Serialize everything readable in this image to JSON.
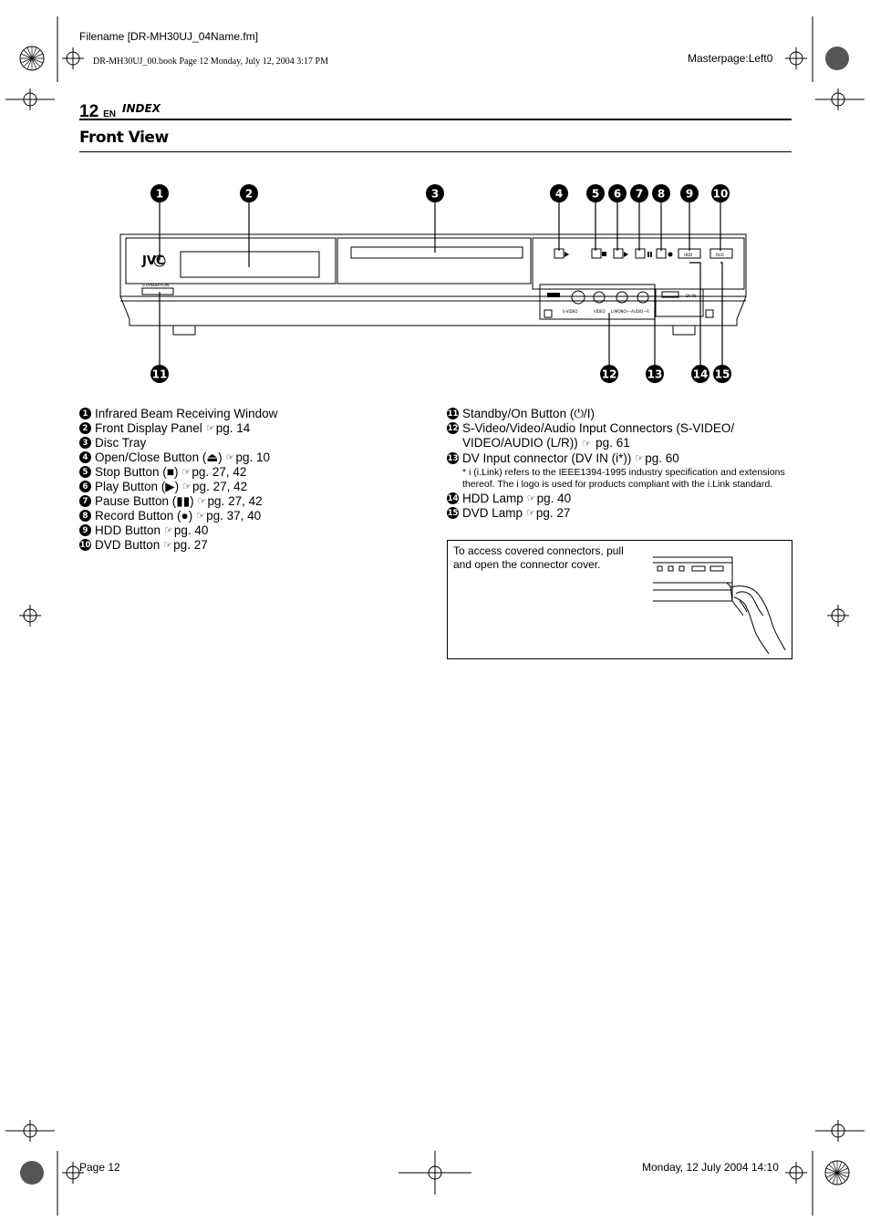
{
  "header": {
    "filename": "Filename [DR-MH30UJ_04Name.fm]",
    "book_line": "DR-MH30UJ_00.book  Page 12  Monday, July 12, 2004  3:17 PM",
    "masterpage": "Masterpage:Left0"
  },
  "page": {
    "number": "12",
    "lang": "EN",
    "section": "INDEX",
    "title": "Front View"
  },
  "diagram": {
    "brand": "JVC",
    "standby_label": "STANDBY/ON",
    "callouts_top": [
      "1",
      "2",
      "3",
      "4",
      "5",
      "6",
      "7",
      "8",
      "9",
      "10"
    ],
    "callouts_bottom": [
      "11",
      "12",
      "13",
      "14",
      "15"
    ],
    "panel_labels": [
      "S-VIDEO",
      "VIDEO",
      "L(MONO)—AUDIO—R",
      "DV IN",
      "HDD",
      "DVD"
    ]
  },
  "left_list": [
    {
      "n": "1",
      "text": "Infrared Beam Receiving Window",
      "ref": ""
    },
    {
      "n": "2",
      "text": "Front Display Panel",
      "ref": "pg. 14"
    },
    {
      "n": "3",
      "text": "Disc Tray",
      "ref": ""
    },
    {
      "n": "4",
      "text": "Open/Close Button (⏏)",
      "ref": "pg. 10"
    },
    {
      "n": "5",
      "text": "Stop Button (■)",
      "ref": "pg. 27, 42"
    },
    {
      "n": "6",
      "text": "Play Button (▶)",
      "ref": "pg. 27, 42"
    },
    {
      "n": "7",
      "text": "Pause Button (▮▮)",
      "ref": "pg. 27, 42"
    },
    {
      "n": "8",
      "text": "Record Button (●)",
      "ref": "pg. 37, 40"
    },
    {
      "n": "9",
      "text": "HDD Button",
      "ref": "pg. 40"
    },
    {
      "n": "10",
      "text": "DVD Button",
      "ref": "pg. 27"
    }
  ],
  "right_list": {
    "item11": {
      "n": "11",
      "text": "Standby/On Button (⏻/I)"
    },
    "item12": {
      "n": "12",
      "line1": "S-Video/Video/Audio Input Connectors (S-VIDEO/",
      "line2": "VIDEO/AUDIO (L/R))",
      "ref": "pg. 61"
    },
    "item13": {
      "n": "13",
      "text": "DV Input connector (DV IN (i*))",
      "ref": "pg. 60"
    },
    "footnote": "*  i (i.Link) refers to the IEEE1394-1995 industry specification and extensions thereof. The i logo is used for products compliant with the i.Link standard.",
    "item14": {
      "n": "14",
      "text": "HDD Lamp",
      "ref": "pg. 40"
    },
    "item15": {
      "n": "15",
      "text": "DVD Lamp",
      "ref": "pg. 27"
    }
  },
  "ref_symbol": "☞",
  "info_box": {
    "text": "To access covered connectors, pull and open the connector cover."
  },
  "footer": {
    "left": "Page 12",
    "right": "Monday, 12 July 2004  14:10"
  }
}
